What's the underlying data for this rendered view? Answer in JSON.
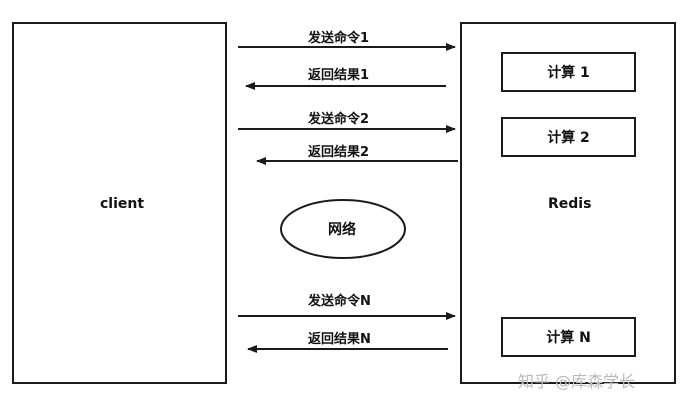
{
  "client": {
    "label": "client"
  },
  "redis": {
    "label": "Redis"
  },
  "network": {
    "label": "网络"
  },
  "computes": [
    "计算 1",
    "计算 2",
    "计算 N"
  ],
  "messages": {
    "send1": "发送命令1",
    "ret1": "返回结果1",
    "send2": "发送命令2",
    "ret2": "返回结果2",
    "sendN": "发送命令N",
    "retN": "返回结果N"
  },
  "watermark": "知乎 @库森学长"
}
